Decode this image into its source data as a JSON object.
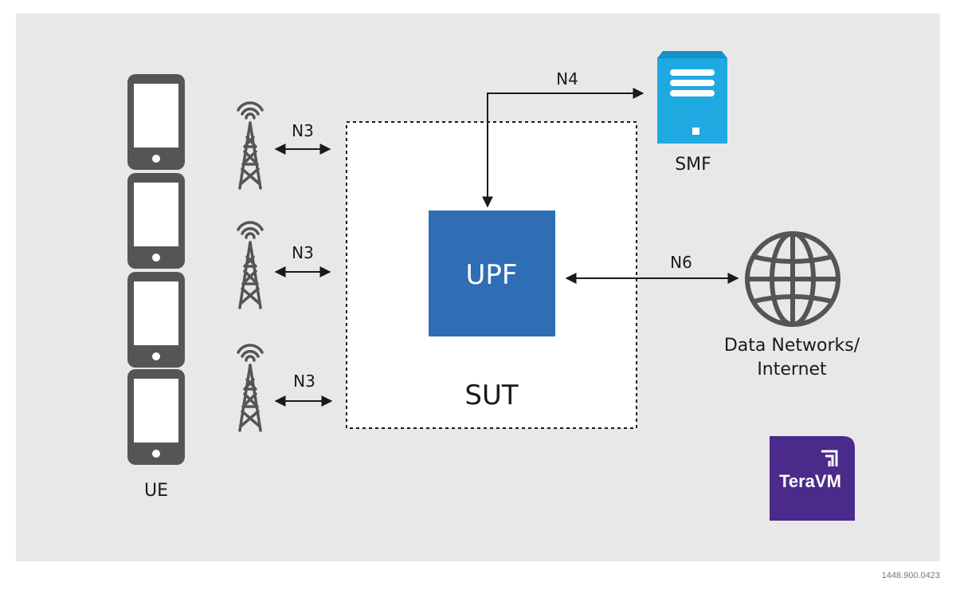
{
  "labels": {
    "ue": "UE",
    "n3_top": "N3",
    "n3_middle": "N3",
    "n3_bottom": "N3",
    "n4": "N4",
    "n6": "N6",
    "upf": "UPF",
    "sut": "SUT",
    "smf": "SMF",
    "data_networks_line1": "Data Networks/",
    "data_networks_line2": "Internet",
    "logo": "TeraVM"
  },
  "footer": {
    "code": "1448.900.0423"
  },
  "colors": {
    "background_panel": "#e8e8e9",
    "phone": "#555555",
    "upf_blue": "#2f6db5",
    "smf_blue": "#1fa9e1",
    "globe": "#555555",
    "logo_purple": "#4a2a8a"
  },
  "icons": {
    "ue_devices": "smartphone-icon",
    "towers": "cell-tower-icon",
    "smf": "server-icon",
    "data_networks": "globe-icon",
    "logo": "teravm-logo"
  }
}
